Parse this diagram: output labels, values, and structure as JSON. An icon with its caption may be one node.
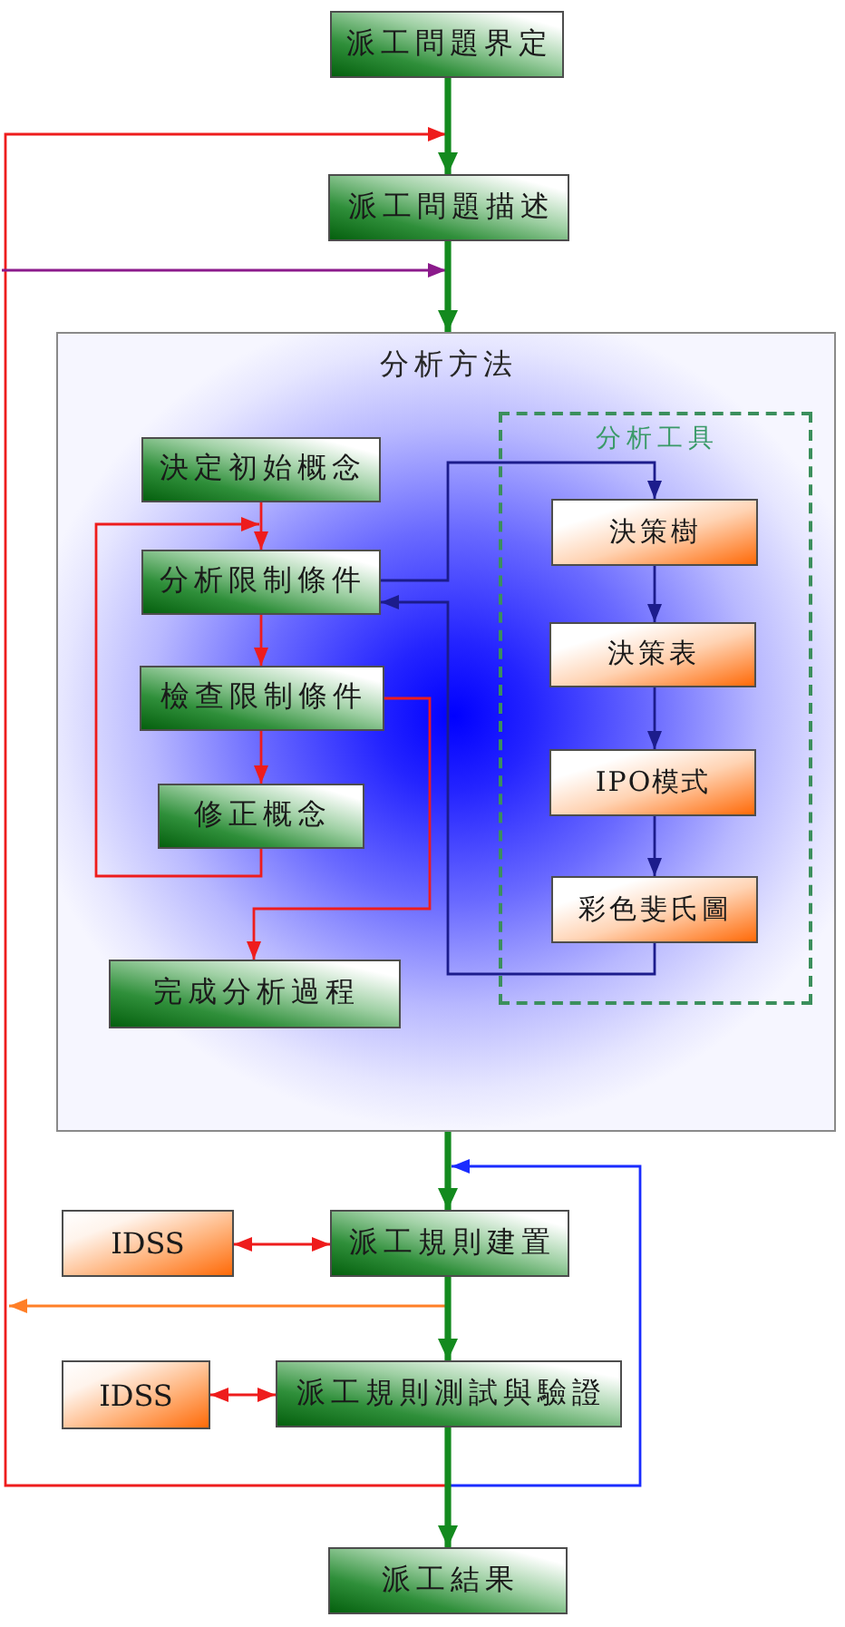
{
  "diagram": {
    "nodes": [
      {
        "text": [
          "派工問題界定"
        ]
      },
      {
        "text": [
          "派工問題描述"
        ]
      },
      {
        "text": [
          "分析方法"
        ]
      },
      {
        "text": [
          "決定初始概念"
        ],
        "in": 2
      },
      {
        "text": [
          "分析限制條件"
        ],
        "in": 2
      },
      {
        "text": [
          "檢查限制條件"
        ],
        "in": 2
      },
      {
        "text": [
          "修正概念"
        ],
        "in": 2
      },
      {
        "text": [
          "完成分析過程"
        ],
        "in": 2
      },
      {
        "text": [
          "分析工具"
        ],
        "in": 2
      },
      {
        "text": [
          "決策樹"
        ],
        "in": 8
      },
      {
        "text": [
          "決策表"
        ],
        "in": 8
      },
      {
        "text": [
          "IPO模式"
        ],
        "in": 8
      },
      {
        "text": [
          "彩色斐氏圖"
        ],
        "in": 8
      },
      {
        "text": [
          "IDSS"
        ]
      },
      {
        "text": [
          "派工規則建置"
        ]
      },
      {
        "text": [
          "IDSS"
        ]
      },
      {
        "text": [
          "派工規則測試與驗證"
        ]
      },
      {
        "text": [
          "派工結果"
        ]
      }
    ],
    "edges": [
      {
        "from": 0,
        "to": 1,
        "arrow": "to",
        "style": "thick",
        "color": "#138a1e"
      },
      {
        "from": 1,
        "to": 2,
        "arrow": "to",
        "style": "thick",
        "color": "#138a1e"
      },
      {
        "from": 3,
        "to": 4,
        "arrow": "to"
      },
      {
        "from": 4,
        "to": 5,
        "arrow": "to"
      },
      {
        "from": 5,
        "to": 6,
        "arrow": "to"
      },
      {
        "from": 6,
        "to": 4,
        "arrow": "to"
      },
      {
        "from": 5,
        "to": 7,
        "arrow": "to"
      },
      {
        "from": 4,
        "to": 9,
        "arrow": "to",
        "color": "#1c1c8c"
      },
      {
        "from": 9,
        "to": 10,
        "arrow": "to",
        "color": "#1c1c8c"
      },
      {
        "from": 10,
        "to": 11,
        "arrow": "to",
        "color": "#1c1c8c"
      },
      {
        "from": 11,
        "to": 12,
        "arrow": "to",
        "color": "#1c1c8c"
      },
      {
        "from": 12,
        "to": 4,
        "arrow": "to",
        "color": "#1c1c8c"
      },
      {
        "from": 2,
        "to": 14,
        "arrow": "to",
        "style": "thick",
        "color": "#138a1e"
      },
      {
        "from": 13,
        "to": 14,
        "arrow": "both"
      },
      {
        "from": 14,
        "to": 16,
        "arrow": "to",
        "style": "thick",
        "color": "#138a1e"
      },
      {
        "from": 15,
        "to": 16,
        "arrow": "both"
      },
      {
        "from": 16,
        "to": 17,
        "arrow": "to",
        "style": "thick",
        "color": "#138a1e"
      },
      {
        "from": 16,
        "to": 1,
        "arrow": "to"
      },
      {
        "from": 14,
        "to": null,
        "arrow": "to",
        "color": "#ff7f27"
      },
      {
        "from": null,
        "to": 2,
        "arrow": "to",
        "color": "#8b1a8b"
      },
      {
        "from": 16,
        "to": 14,
        "arrow": "to",
        "color": "#1a2cff"
      }
    ]
  }
}
